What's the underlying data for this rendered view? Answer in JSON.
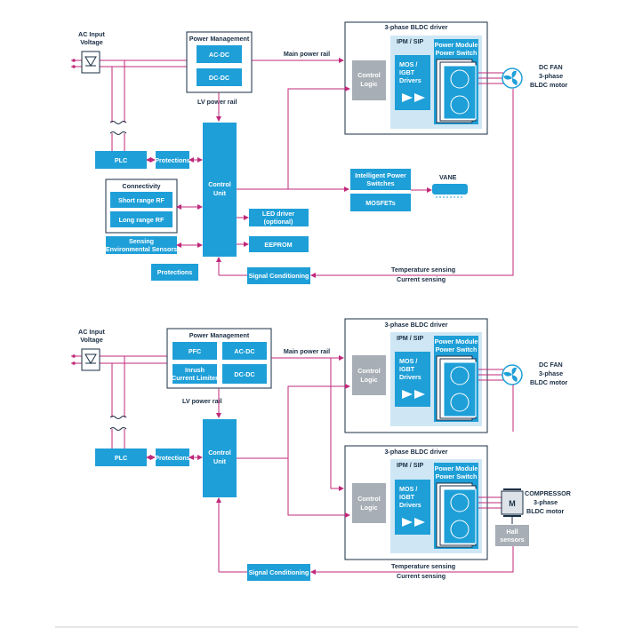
{
  "top": {
    "ac_input": [
      "AC Input",
      "Voltage"
    ],
    "power_management": "Power Management",
    "acdc": "AC-DC",
    "dcdc": "DC-DC",
    "main_rail": "Main power rail",
    "lv_rail": "LV power rail",
    "driver_title": "3-phase BLDC driver",
    "ipm": "IPM / SIP",
    "control_logic": [
      "Control",
      "Logic"
    ],
    "mos_drivers": [
      "MOS /",
      "IGBT",
      "Drivers"
    ],
    "power_module": [
      "Power Module",
      "Power Switch"
    ],
    "fan": [
      "DC FAN",
      "3-phase",
      "BLDC motor"
    ],
    "plc": "PLC",
    "protections": "Protections",
    "control_unit": [
      "Control",
      "Unit"
    ],
    "connectivity": "Connectivity",
    "short_rf": "Short range RF",
    "long_rf": "Long range RF",
    "sensing": [
      "Sensing",
      "Environmental Sensors"
    ],
    "protections_bottom": "Protections",
    "intelligent_switches": [
      "Intelligent Power",
      "Switches"
    ],
    "mosfets": "MOSFETs",
    "vane": "VANE",
    "led_driver": [
      "LED driver",
      "(optional)"
    ],
    "eeprom": "EEPROM",
    "signal_conditioning": "Signal Conditioning",
    "temp_sensing": "Temperature sensing",
    "current_sensing": "Current sensing"
  },
  "bottom": {
    "ac_input": [
      "AC Input",
      "Voltage"
    ],
    "power_management": "Power Management",
    "pfc": "PFC",
    "acdc": "AC-DC",
    "inrush": [
      "Inrush",
      "Current Limiter"
    ],
    "dcdc": "DC-DC",
    "main_rail": "Main power rail",
    "lv_rail": "LV power rail",
    "driver_title": "3-phase BLDC driver",
    "ipm": "IPM / SIP",
    "control_logic": [
      "Control",
      "Logic"
    ],
    "mos_drivers": [
      "MOS /",
      "IGBT",
      "Drivers"
    ],
    "power_module": [
      "Power Module",
      "Power Switch"
    ],
    "fan": [
      "DC FAN",
      "3-phase",
      "BLDC motor"
    ],
    "compressor": [
      "COMPRESSOR",
      "3-phase",
      "BLDC motor"
    ],
    "motor_letter": "M",
    "hall_sensors": [
      "Hall",
      "sensors"
    ],
    "plc": "PLC",
    "protections": "Protections",
    "control_unit": [
      "Control",
      "Unit"
    ],
    "signal_conditioning": "Signal Conditioning",
    "temp_sensing": "Temperature sensing",
    "current_sensing": "Current sensing"
  },
  "colors": {
    "block_blue": "#1e9fd8",
    "wire_magenta": "#c0297a",
    "frame_dark": "#1a2e44",
    "control_grey": "#a7aeb5"
  }
}
